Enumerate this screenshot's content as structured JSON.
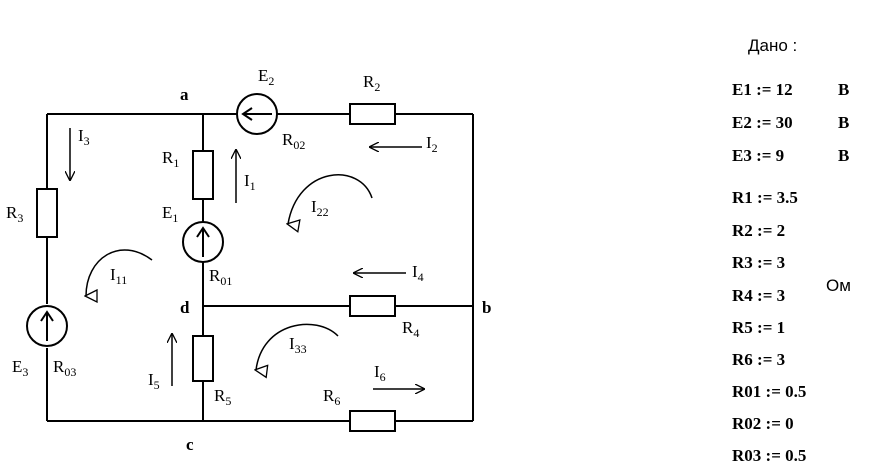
{
  "nodes": {
    "a": "a",
    "b": "b",
    "c": "c",
    "d": "d"
  },
  "components": {
    "E1": "E",
    "E1_sub": "1",
    "E2": "E",
    "E2_sub": "2",
    "E3": "E",
    "E3_sub": "3",
    "R1": "R",
    "R1_sub": "1",
    "R2": "R",
    "R2_sub": "2",
    "R3": "R",
    "R3_sub": "3",
    "R4": "R",
    "R4_sub": "4",
    "R5": "R",
    "R5_sub": "5",
    "R6": "R",
    "R6_sub": "6",
    "R01": "R",
    "R01_sub": "01",
    "R02": "R",
    "R02_sub": "02",
    "R03": "R",
    "R03_sub": "03"
  },
  "currents": {
    "I1": "I",
    "I1_sub": "1",
    "I2": "I",
    "I2_sub": "2",
    "I3": "I",
    "I3_sub": "3",
    "I4": "I",
    "I4_sub": "4",
    "I5": "I",
    "I5_sub": "5",
    "I6": "I",
    "I6_sub": "6",
    "I11": "I",
    "I11_sub": "11",
    "I22": "I",
    "I22_sub": "22",
    "I33": "I",
    "I33_sub": "33"
  },
  "given": {
    "title": "Дано :",
    "rows": [
      "E1 := 12",
      "E2 := 30",
      "E3 := 9",
      "R1 := 3.5",
      "R2 := 2",
      "R3 := 3",
      "R4 := 3",
      "R5 := 1",
      "R6 := 3",
      "R01 := 0.5",
      "R02 := 0",
      "R03 := 0.5"
    ],
    "unit_volt": "B",
    "unit_ohm": "Ом"
  }
}
